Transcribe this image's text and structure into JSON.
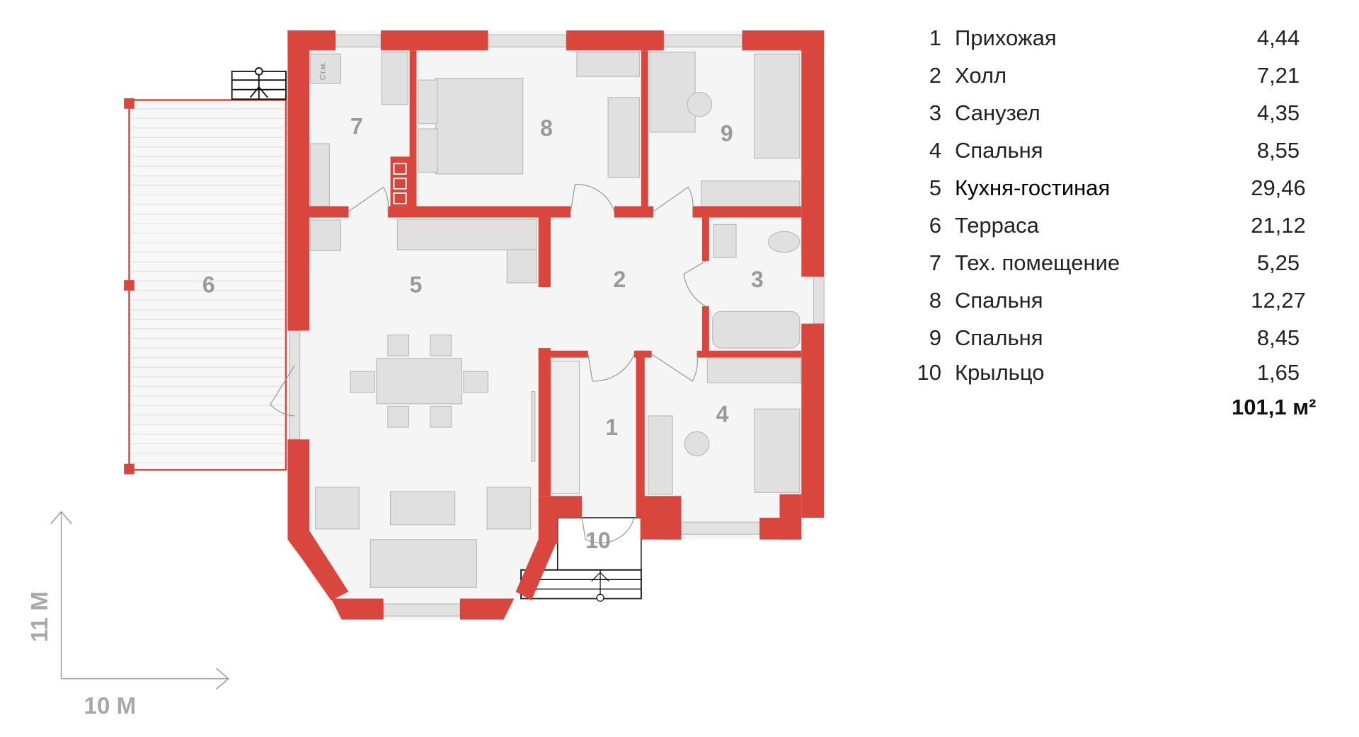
{
  "colors": {
    "wall": "#d9463d",
    "floor": "#f5f5f5",
    "furniture": "#dedede",
    "window": "#e2e2e2",
    "label": "#9a9a9a"
  },
  "plan": {
    "room_labels": [
      "1",
      "2",
      "3",
      "4",
      "5",
      "6",
      "7",
      "8",
      "9",
      "10"
    ],
    "storage_label": "Ст.м.",
    "scale": {
      "height": "11 М",
      "width": "10 М"
    }
  },
  "legend": {
    "rooms": [
      {
        "num": "1",
        "name": "Прихожая",
        "area": "4,44"
      },
      {
        "num": "2",
        "name": "Холл",
        "area": "7,21"
      },
      {
        "num": "3",
        "name": "Санузел",
        "area": "4,35"
      },
      {
        "num": "4",
        "name": "Спальня",
        "area": "8,55"
      },
      {
        "num": "5",
        "name": "Кухня-гостиная",
        "area": "29,46"
      },
      {
        "num": "6",
        "name": "Терраса",
        "area": "21,12"
      },
      {
        "num": "7",
        "name": "Тех. помещение",
        "area": "5,25"
      },
      {
        "num": "8",
        "name": "Спальня",
        "area": "12,27"
      },
      {
        "num": "9",
        "name": "Спальня",
        "area": "8,45"
      },
      {
        "num": "10",
        "name": "Крыльцо",
        "area": "1,65"
      }
    ],
    "total": "101,1 м²"
  }
}
